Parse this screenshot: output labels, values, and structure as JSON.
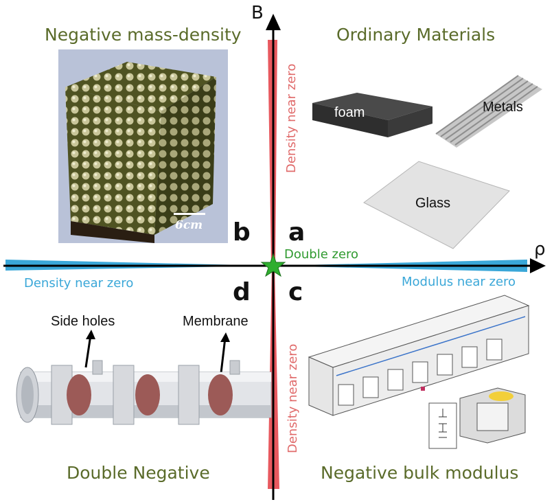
{
  "axes": {
    "y_label": "B",
    "x_label": "ρ"
  },
  "quadrants": {
    "top_left": {
      "title": "Negative mass-density",
      "letter": "b",
      "scale_label": "6cm"
    },
    "top_right": {
      "title": "Ordinary Materials",
      "letter": "a",
      "materials": [
        "foam",
        "Metals",
        "Glass"
      ]
    },
    "bottom_left": {
      "title": "Double Negative",
      "letter": "d",
      "labels": [
        "Side holes",
        "Membrane"
      ]
    },
    "bottom_right": {
      "title": "Negative bulk modulus",
      "letter": "c"
    }
  },
  "captions": {
    "density_near_zero_top": "Density near zero",
    "density_near_zero_bottom": "Density near zero",
    "density_near_zero_left": "Density near zero",
    "modulus_near_zero": "Modulus near zero",
    "double_zero": "Double zero"
  },
  "colors": {
    "red_band": "#e8595f",
    "blue_band": "#3aa7d8",
    "origin_star": "#2fae2f",
    "title": "#5a6b2a"
  }
}
